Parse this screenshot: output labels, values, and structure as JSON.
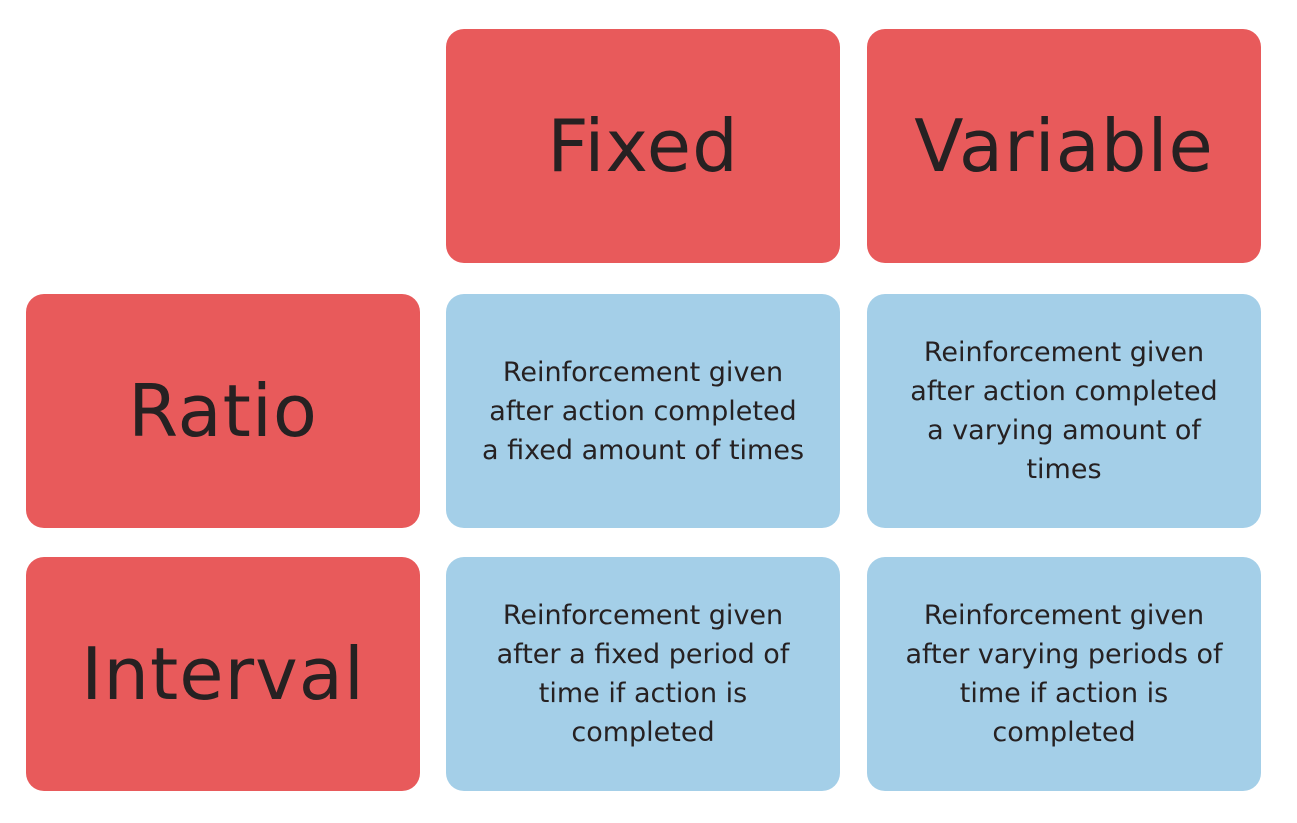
{
  "colors": {
    "header": "#e85a5b",
    "cell": "#a4cfe8",
    "text": "#262122"
  },
  "columns": {
    "fixed": "Fixed",
    "variable": "Variable"
  },
  "rows": {
    "ratio": "Ratio",
    "interval": "Interval"
  },
  "cells": {
    "ratio_fixed": "Reinforcement given after action completed a fixed amount of times",
    "ratio_variable": "Reinforcement given after action completed a varying amount of times",
    "interval_fixed": "Reinforcement given after a fixed period of time if action is completed",
    "interval_variable": "Reinforcement given after varying periods of time if action is completed"
  }
}
